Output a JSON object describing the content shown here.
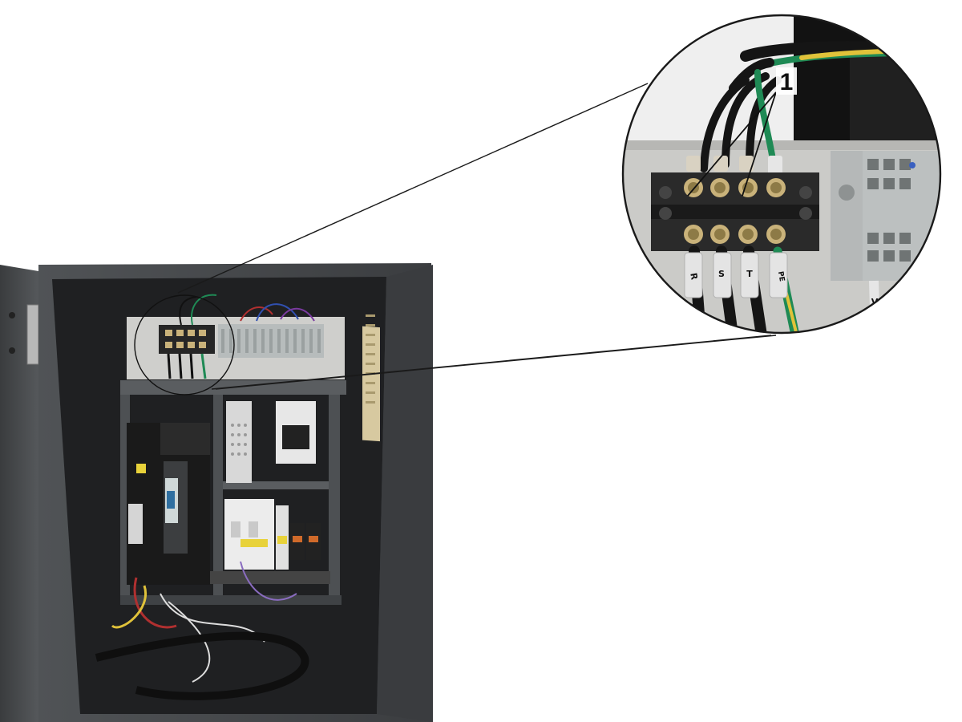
{
  "figure": {
    "callout_number": "1",
    "terminal_labels": [
      "R",
      "S",
      "T",
      "PE"
    ],
    "side_terminal_label": "V",
    "colors": {
      "cabinet": "#4a4d50",
      "cabinet_dark": "#1c1d1f",
      "backplate": "#d9d9d6",
      "terminal_block": "#2a2a2a",
      "brass": "#c9b27a",
      "wire_green": "#1f8a55",
      "wire_yellow": "#e0c23a",
      "wire_black": "#151515"
    }
  }
}
